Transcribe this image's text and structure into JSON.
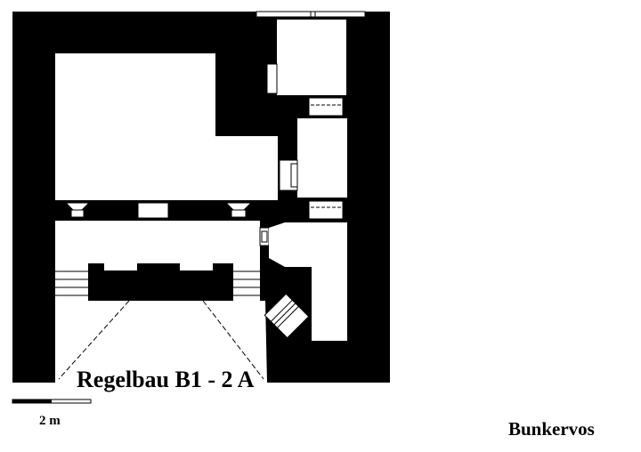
{
  "diagram": {
    "title": "Regelbau B1 - 2 A",
    "scale_label": "2 m",
    "credit": "Bunkervos"
  },
  "colors": {
    "wall": "#000000",
    "room": "#ffffff",
    "background": "#ffffff"
  }
}
